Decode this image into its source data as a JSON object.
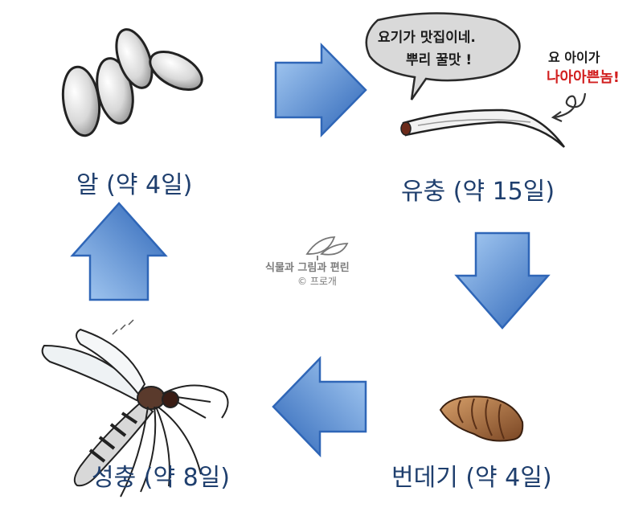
{
  "stages": {
    "egg": "알 (약 4일)",
    "larva": "유충 (약 15일)",
    "pupa": "번데기 (약 4일)",
    "adult": "성충 (약 8일)"
  },
  "speech": {
    "line1": "요기가 맛집이네.",
    "line2": "뿌리 꿀맛 !"
  },
  "side_note": {
    "line1": "요 아이가",
    "line2": "나아아쁜놈!"
  },
  "watermark": {
    "line1": "식물과 그림과 편린",
    "line2": "© 프로개"
  },
  "colors": {
    "arrow_dark": "#2f66b7",
    "arrow_light": "#9cc1ee",
    "label": "#1f3f6e",
    "accent_red": "#d22020"
  }
}
